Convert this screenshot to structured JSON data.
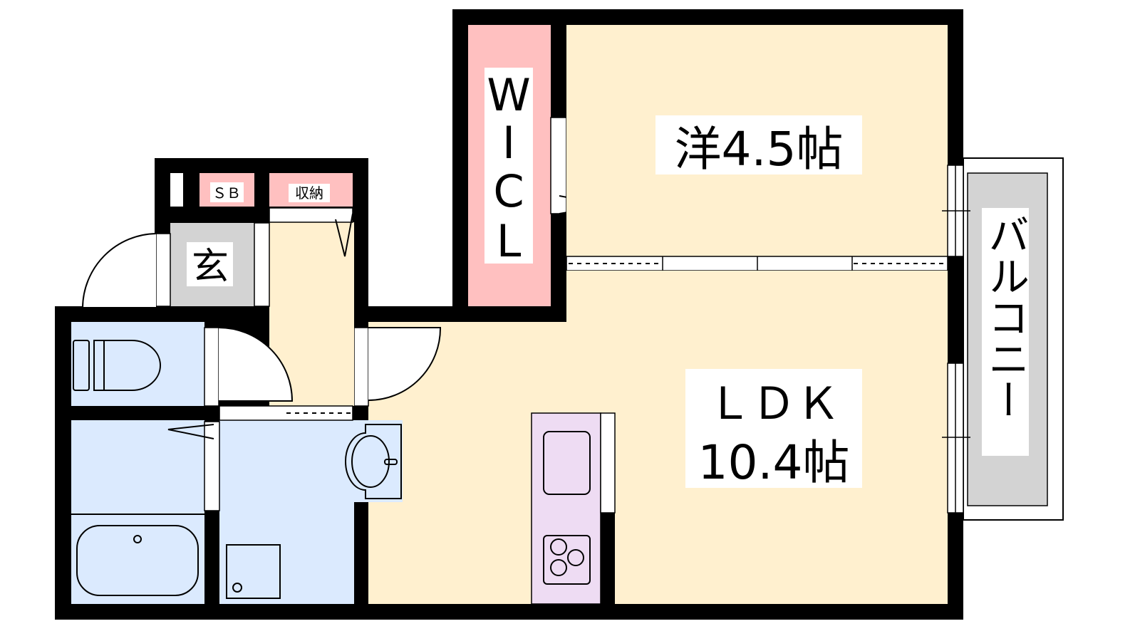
{
  "rooms": {
    "wic": {
      "label_w": "W",
      "label_i": "I",
      "label_c": "C",
      "label_l": "L"
    },
    "western": {
      "label": "洋4.5帖"
    },
    "ldk": {
      "label": "ＬＤＫ",
      "size": "10.4帖"
    },
    "balcony": {
      "label": "バルコニー"
    },
    "entrance": {
      "label": "玄"
    },
    "shoe_box": {
      "label": "ＳＢ"
    },
    "storage": {
      "label": "収納"
    }
  },
  "colors": {
    "wall": "#000000",
    "living": "#fff0cf",
    "closet": "#ffc0c0",
    "wet_area": "#dbeafe",
    "entrance": "#d3d3d3",
    "kitchen": "#eedcf3",
    "balcony": "#d3d3d3"
  }
}
